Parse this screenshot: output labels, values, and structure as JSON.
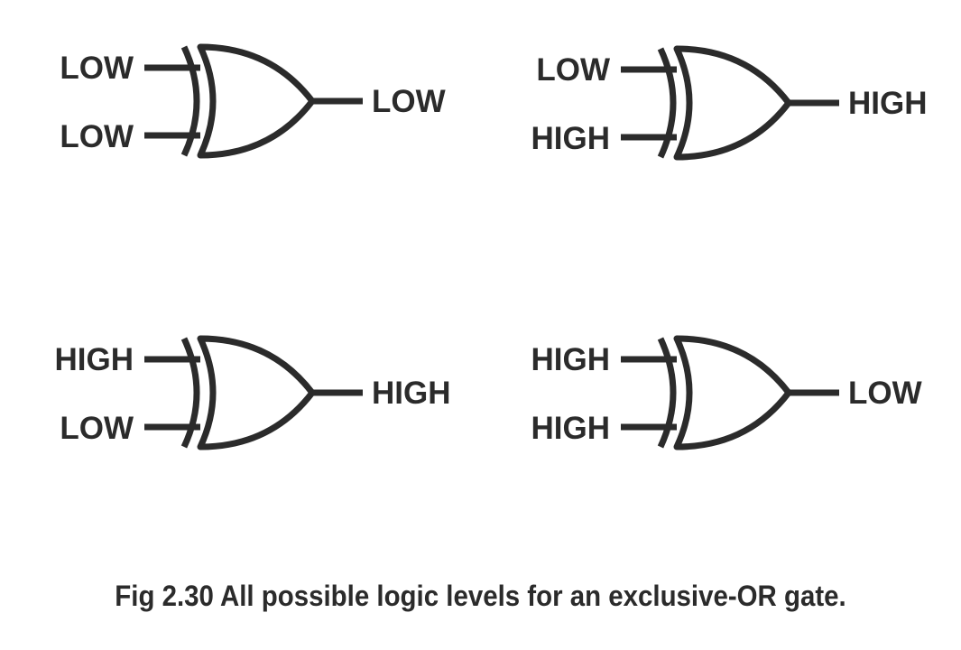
{
  "caption": "Fig 2.30 All possible logic levels for an exclusive-OR gate.",
  "gates": [
    {
      "input_a": "LOW",
      "input_b": "LOW",
      "output": "LOW"
    },
    {
      "input_a": "LOW",
      "input_b": "HIGH",
      "output": "HIGH"
    },
    {
      "input_a": "HIGH",
      "input_b": "LOW",
      "output": "HIGH"
    },
    {
      "input_a": "HIGH",
      "input_b": "HIGH",
      "output": "LOW"
    }
  ]
}
